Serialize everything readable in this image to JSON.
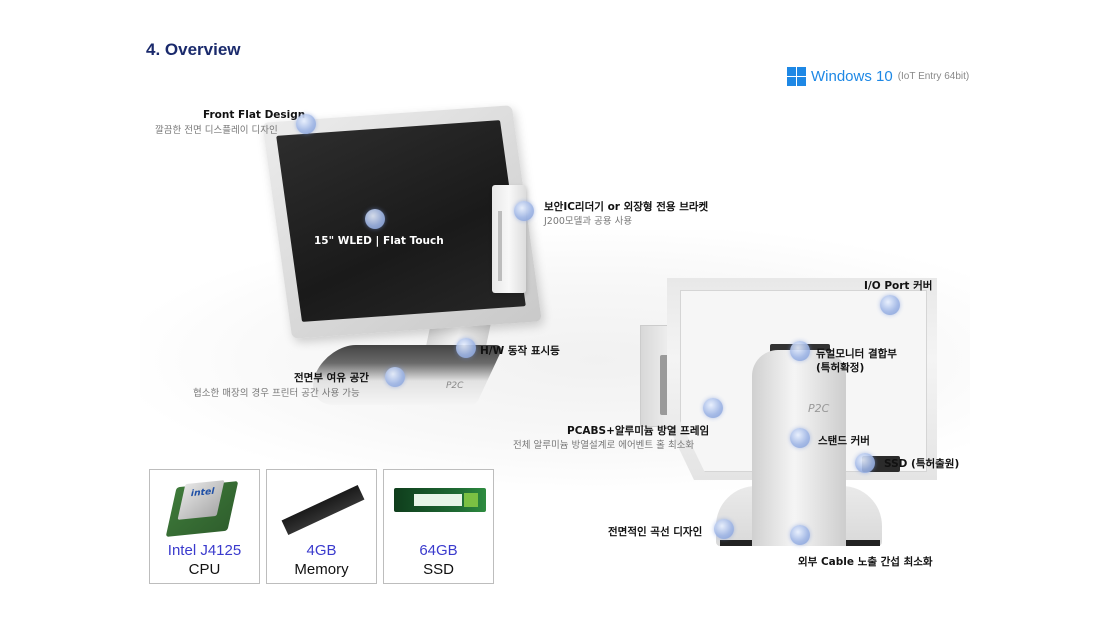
{
  "section_title": "4. Overview",
  "os": {
    "name": "Windows 10",
    "note": "(IoT Entry 64bit)",
    "logo_color": "#1e88e5"
  },
  "front": {
    "flat_design_title": "Front Flat Design",
    "flat_design_desc": "깔끔한 전면 디스플레이 디자인",
    "screen_label": "15\" WLED | Flat Touch",
    "bracket_title": "보안IC리더기 or 외장형 전용 브라켓",
    "bracket_desc": "J200모델과 공용 사용",
    "hw_indicator": "H/W 동작 표시등",
    "front_space_title": "전면부 여유 공간",
    "front_space_desc": "협소한 매장의 경우 프린터 공간 사용 가능",
    "logo": "P2C"
  },
  "rear": {
    "io_cover": "I/O Port 커버",
    "dual_monitor_line1": "듀얼모니터 결합부",
    "dual_monitor_line2": "(특허확정)",
    "frame_title": "PCABS+알루미늄 방열 프레임",
    "frame_desc": "전체 알루미늄 방열설계로 에어벤트 홀 최소화",
    "stand_cover": "스탠드 커버",
    "ssd": "SSD (특허출원)",
    "curve_design": "전면적인 곡선 디자인",
    "cable_min": "외부 Cable 노출 간섭 최소화",
    "logo": "P2C"
  },
  "specs": [
    {
      "value": "Intel J4125",
      "label": "CPU",
      "icon": "cpu-chip-icon",
      "chip_text": "intel"
    },
    {
      "value": "4GB",
      "label": "Memory",
      "icon": "ram-module-icon"
    },
    {
      "value": "64GB",
      "label": "SSD",
      "icon": "ssd-m2-icon"
    }
  ],
  "colors": {
    "title": "#1a2a6c",
    "spec_value": "#3a3acd",
    "hotspot": "#9fb6e6"
  }
}
